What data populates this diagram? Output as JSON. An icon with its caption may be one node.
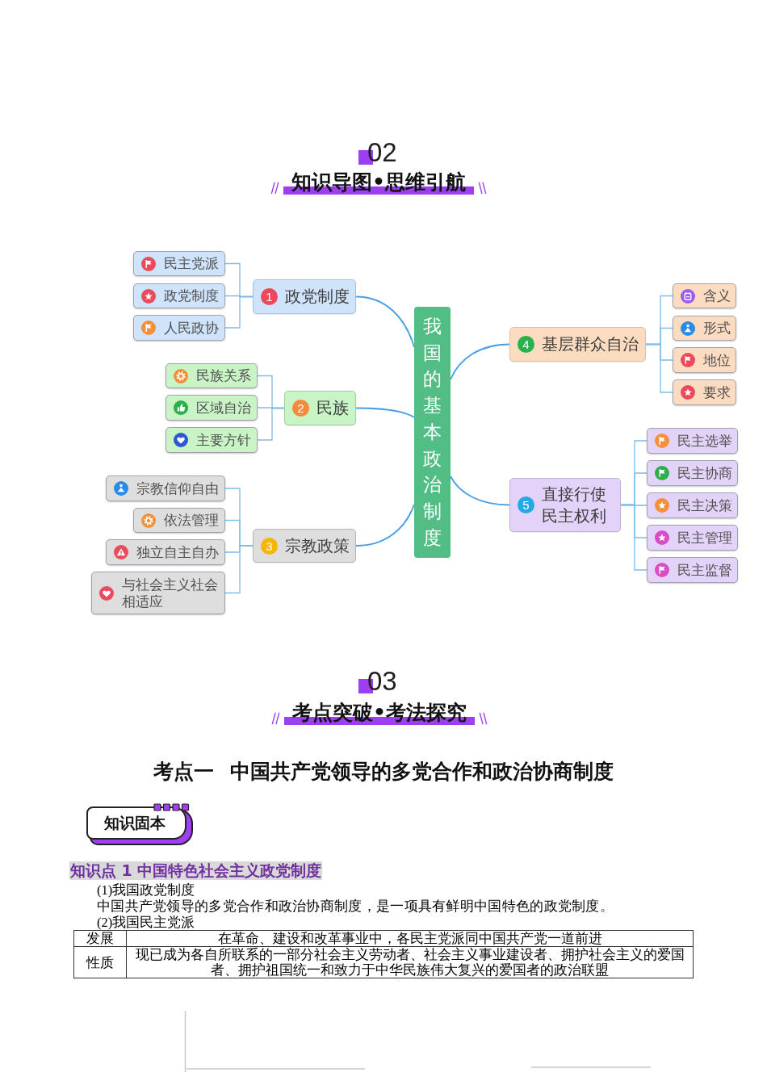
{
  "diagram": {
    "nodes": [
      {
        "text": [
          "我国的基本政治制度"
        ]
      },
      {
        "text": [
          "1",
          "政党制度"
        ]
      },
      {
        "text": [
          "民主党派"
        ]
      },
      {
        "text": [
          "政党制度"
        ]
      },
      {
        "text": [
          "人民政协"
        ]
      },
      {
        "text": [
          "2",
          "民族"
        ]
      },
      {
        "text": [
          "民族关系"
        ]
      },
      {
        "text": [
          "区域自治"
        ]
      },
      {
        "text": [
          "主要方针"
        ]
      },
      {
        "text": [
          "3",
          "宗教政策"
        ]
      },
      {
        "text": [
          "宗教信仰自由"
        ]
      },
      {
        "text": [
          "依法管理"
        ]
      },
      {
        "text": [
          "独立自主自办"
        ]
      },
      {
        "text": [
          "与社会主义社会相适应"
        ]
      },
      {
        "text": [
          "4",
          "基层群众自治"
        ]
      },
      {
        "text": [
          "含义"
        ]
      },
      {
        "text": [
          "形式"
        ]
      },
      {
        "text": [
          "地位"
        ]
      },
      {
        "text": [
          "要求"
        ]
      },
      {
        "text": [
          "5",
          "直接行使民主权利"
        ]
      },
      {
        "text": [
          "民主选举"
        ]
      },
      {
        "text": [
          "民主协商"
        ]
      },
      {
        "text": [
          "民主决策"
        ]
      },
      {
        "text": [
          "民主管理"
        ]
      },
      {
        "text": [
          "民主监督"
        ]
      }
    ],
    "edges": [
      {
        "from": 0,
        "to": 1,
        "arrow": "none"
      },
      {
        "from": 0,
        "to": 5,
        "arrow": "none"
      },
      {
        "from": 0,
        "to": 9,
        "arrow": "none"
      },
      {
        "from": 0,
        "to": 14,
        "arrow": "none"
      },
      {
        "from": 0,
        "to": 19,
        "arrow": "none"
      },
      {
        "from": 1,
        "to": 2,
        "arrow": "none"
      },
      {
        "from": 1,
        "to": 3,
        "arrow": "none"
      },
      {
        "from": 1,
        "to": 4,
        "arrow": "none"
      },
      {
        "from": 5,
        "to": 6,
        "arrow": "none"
      },
      {
        "from": 5,
        "to": 7,
        "arrow": "none"
      },
      {
        "from": 5,
        "to": 8,
        "arrow": "none"
      },
      {
        "from": 9,
        "to": 10,
        "arrow": "none"
      },
      {
        "from": 9,
        "to": 11,
        "arrow": "none"
      },
      {
        "from": 9,
        "to": 12,
        "arrow": "none"
      },
      {
        "from": 9,
        "to": 13,
        "arrow": "none"
      },
      {
        "from": 14,
        "to": 15,
        "arrow": "none"
      },
      {
        "from": 14,
        "to": 16,
        "arrow": "none"
      },
      {
        "from": 14,
        "to": 17,
        "arrow": "none"
      },
      {
        "from": 14,
        "to": 18,
        "arrow": "none"
      },
      {
        "from": 19,
        "to": 20,
        "arrow": "none"
      },
      {
        "from": 19,
        "to": 21,
        "arrow": "none"
      },
      {
        "from": 19,
        "to": 22,
        "arrow": "none"
      },
      {
        "from": 19,
        "to": 23,
        "arrow": "none"
      },
      {
        "from": 19,
        "to": 24,
        "arrow": "none"
      }
    ],
    "labels": [
      "02",
      "知识导图•思维引航",
      "03",
      "考点突破•考法探究",
      "考点一 中国共产党领导的多党合作和政治协商制度",
      "知识固本",
      "知识点 1 中国特色社会主义政党制度",
      "(1)我国政党制度",
      "中国共产党领导的多党合作和政治协商制度，是一项具有鲜明中国特色的政党制度。",
      "(2)我国民主党派",
      "发展",
      "在革命、建设和改革事业中，各民主党派同中国共产党一道前进",
      "性质",
      "现已成为各自所联系的一部分社会主义劳动者、社会主义事业建设者、拥护社会主义的爱国者、拥护祖国统一和致力于中华民族伟大复兴的爱国者的政治联盟"
    ]
  }
}
